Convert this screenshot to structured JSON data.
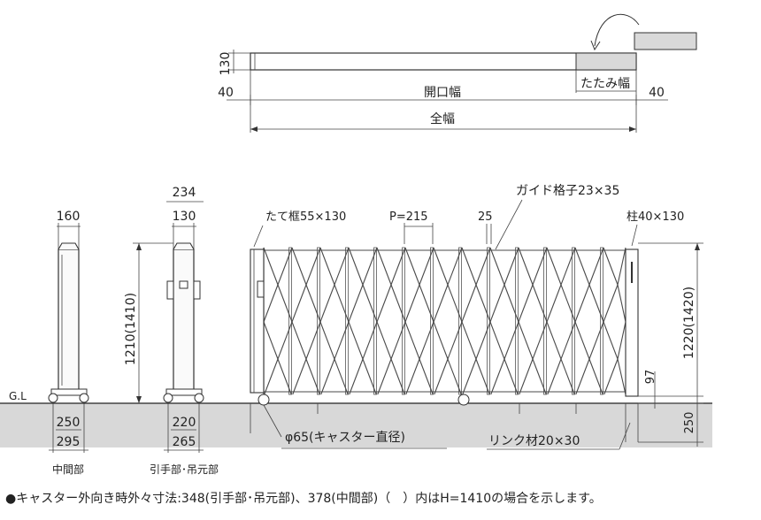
{
  "plan": {
    "dim_130": "130",
    "dim_40_left": "40",
    "dim_40_right": "40",
    "opening_width": "開口幅",
    "folded_width": "たたみ幅",
    "total_width": "全幅"
  },
  "posts": {
    "post1_width": "160",
    "post1_base1": "250",
    "post1_base2": "295",
    "post1_label": "中間部",
    "post2_width_outer": "234",
    "post2_width_inner": "130",
    "post2_height": "1210(1410)",
    "post2_base1": "220",
    "post2_base2": "265",
    "post2_label": "引手部･吊元部",
    "ground": "G.L"
  },
  "gate": {
    "frame": "たて框55×130",
    "pitch": "P=215",
    "guide_gap": "25",
    "guide": "ガイド格子23×35",
    "pillar": "柱40×130",
    "height": "1220(1420)",
    "dim_97": "97",
    "dim_250": "250",
    "caster": "φ65(キャスター直径)",
    "link": "リンク材20×30"
  },
  "note": "●キャスター外向き時外々寸法:348(引手部･吊元部)、378(中間部)（　）内はH=1410の場合を示します。"
}
